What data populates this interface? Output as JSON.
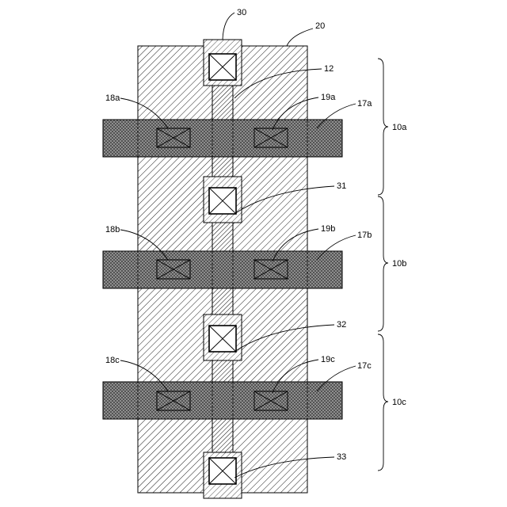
{
  "labels": {
    "pad_top": "30",
    "substrate": "20",
    "channel": "12",
    "pad_1": "31",
    "pad_2": "32",
    "pad_bottom": "33",
    "cell_a": "10a",
    "cell_b": "10b",
    "cell_c": "10c",
    "band_a": "17a",
    "band_b": "17b",
    "band_c": "17c",
    "left_contact_a": "18a",
    "left_contact_b": "18b",
    "left_contact_c": "18c",
    "right_contact_a": "19a",
    "right_contact_b": "19b",
    "right_contact_c": "19c"
  }
}
